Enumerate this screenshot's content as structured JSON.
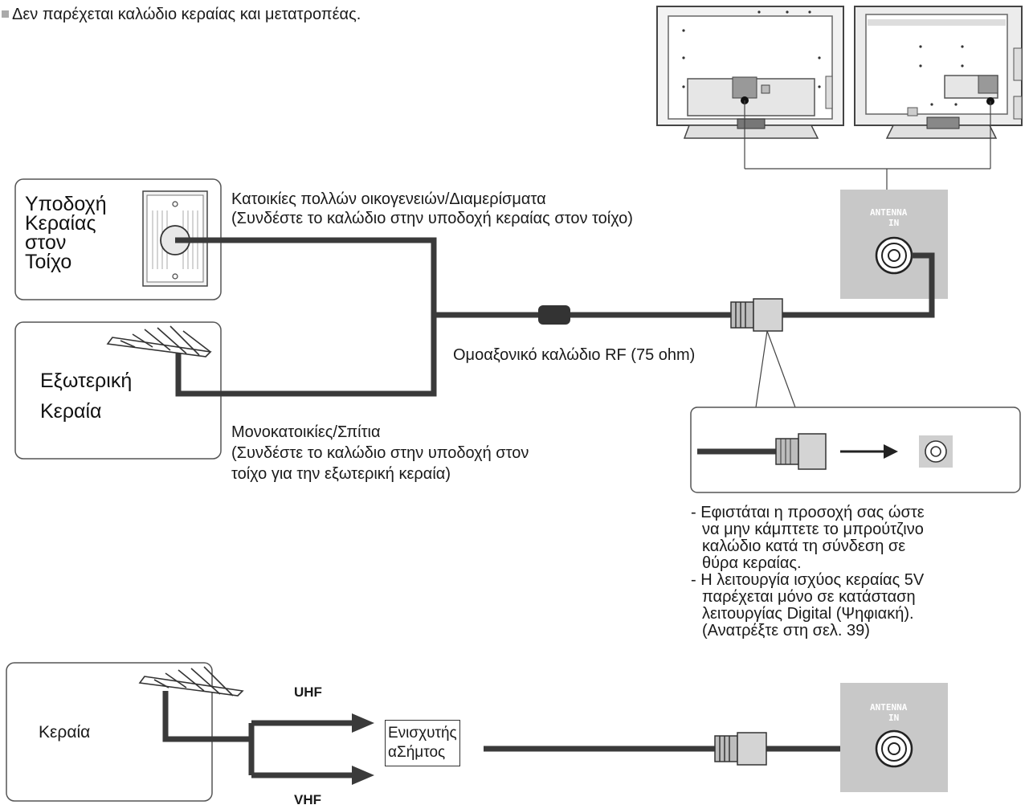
{
  "header_note": "Δεν παρέχεται καλώδιο κεραίας και μετατροπέας.",
  "wall_socket_box": {
    "lines": [
      "Υποδοχή",
      "Κεραίας",
      "στον",
      "Τοίχο"
    ]
  },
  "outdoor_antenna_box": {
    "lines": [
      "Εξωτερική",
      "Κεραία"
    ]
  },
  "apartments_caption": [
    "Κατοικίες πολλών οικογενειών/Διαμερίσματα",
    "(Συνδέστε το καλώδιο στην υποδοχή κεραίας στον τοίχο)"
  ],
  "houses_caption": [
    "Μονοκατοικίες/Σπίτια",
    "(Συνδέστε το καλώδιο στην υποδοχή στον",
    "τοίχο για την εξωτερική κεραία)"
  ],
  "cable_label": "Ομοαξονικό καλώδιο RF (75 ohm)",
  "port_label_line1": "ANTENNA",
  "port_label_line2": "IN",
  "notes": [
    {
      "text": "- Εφιστάται η προσοχή σας ώστε",
      "indent": false
    },
    {
      "text": "να μην κάμπτετε το μπρούτζινο",
      "indent": true
    },
    {
      "text": "καλώδιο κατά τη σύνδεση σε",
      "indent": true
    },
    {
      "text": "θύρα κεραίας.",
      "indent": true
    },
    {
      "text": "- Η λειτουργία ισχύος κεραίας 5V",
      "indent": false
    },
    {
      "text": "παρέχεται μόνο σε κατάσταση",
      "indent": true
    },
    {
      "text": "λειτουργίας Digital (Ψηφιακή).",
      "indent": true
    },
    {
      "text": "(Ανατρέξτε στη σελ. 39)",
      "indent": true
    }
  ],
  "antenna_box_label": "Κεραία",
  "uhf_label": "UHF",
  "vhf_label": "VHF",
  "amplifier_lines": [
    "Ενισχυτής",
    "αΣήμτος"
  ],
  "colors": {
    "cable": "#3a3a3a",
    "port_panel": "#c8c8c8",
    "plug": "#bdbdbd",
    "box_border": "#555555"
  }
}
